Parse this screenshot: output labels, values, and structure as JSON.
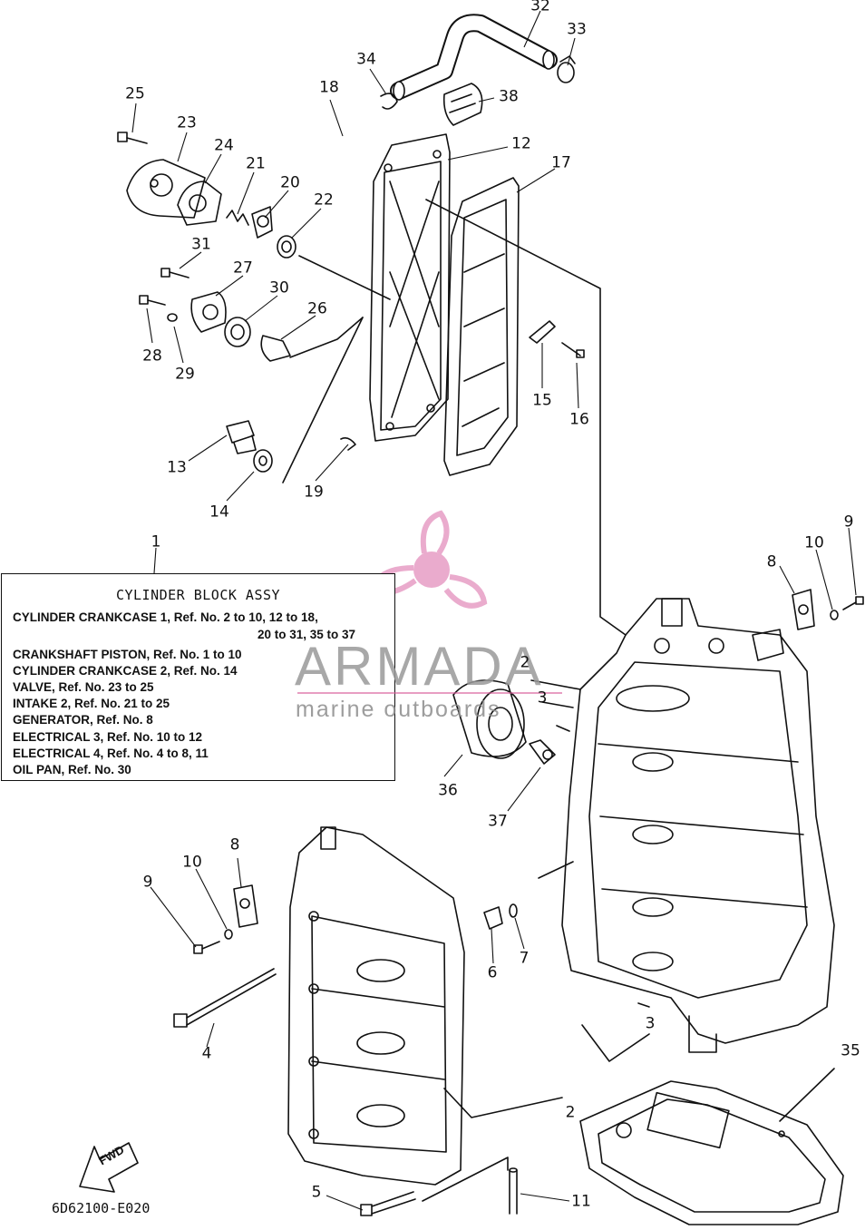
{
  "catalog_code": "6D62100-E020",
  "fwd_label": "FWD",
  "watermark": {
    "name": "ARMADA",
    "tagline": "marine outboards",
    "logo_color": "#e8a3c8"
  },
  "assembly_box": {
    "title": "CYLINDER BLOCK ASSY",
    "lines": [
      "CYLINDER CRANKCASE 1,  Ref. No. 2 to 10, 12 to 18,",
      "20 to 31, 35 to 37",
      "CRANKSHAFT PISTON,  Ref. No. 1 to 10",
      "CYLINDER CRANKCASE 2,  Ref. No. 14",
      "VALVE,  Ref. No. 23 to 25",
      "INTAKE 2,  Ref. No. 21 to 25",
      "GENERATOR,  Ref. No. 8",
      "ELECTRICAL 3,  Ref. No. 10 to 12",
      "ELECTRICAL 4,  Ref. No. 4 to 8, 11",
      "OIL PAN,  Ref. No. 30"
    ]
  },
  "part_labels": {
    "p1": "1",
    "p2a": "2",
    "p2b": "2",
    "p3a": "3",
    "p3b": "3",
    "p4": "4",
    "p5": "5",
    "p6": "6",
    "p7": "7",
    "p8a": "8",
    "p8b": "8",
    "p9a": "9",
    "p9b": "9",
    "p10a": "10",
    "p10b": "10",
    "p11": "11",
    "p12": "12",
    "p13": "13",
    "p14": "14",
    "p15": "15",
    "p16": "16",
    "p17": "17",
    "p18": "18",
    "p19": "19",
    "p20": "20",
    "p21": "21",
    "p22": "22",
    "p23": "23",
    "p24": "24",
    "p25": "25",
    "p26": "26",
    "p27": "27",
    "p28": "28",
    "p29": "29",
    "p30": "30",
    "p31": "31",
    "p32": "32",
    "p33": "33",
    "p34": "34",
    "p35": "35",
    "p36": "36",
    "p37": "37",
    "p38": "38"
  }
}
